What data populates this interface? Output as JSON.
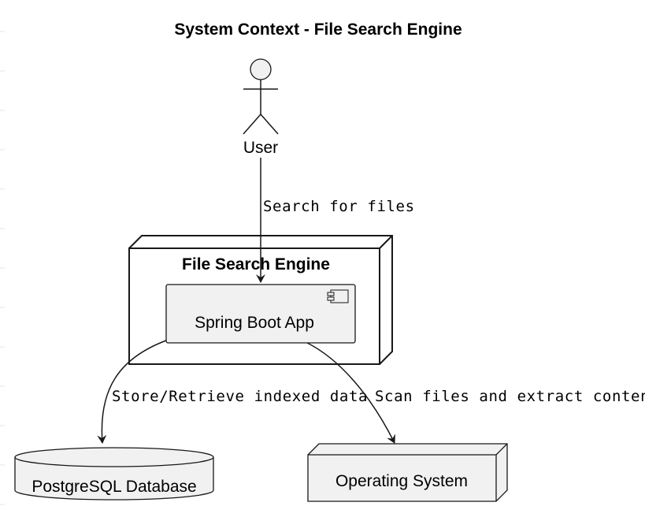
{
  "diagram": {
    "title": "System Context - File Search Engine",
    "actor": {
      "label": "User",
      "icon": "stick-figure-actor-icon"
    },
    "container": {
      "label": "File Search Engine"
    },
    "component": {
      "label": "Spring Boot App",
      "icon": "component-icon"
    },
    "database": {
      "label": "PostgreSQL Database"
    },
    "external_node": {
      "label": "Operating System"
    },
    "edges": [
      {
        "from": "User",
        "to": "Spring Boot App",
        "label": "Search for files"
      },
      {
        "from": "Spring Boot App",
        "to": "PostgreSQL Database",
        "label": "Store/Retrieve indexed data"
      },
      {
        "from": "Spring Boot App",
        "to": "Operating System",
        "label": "Scan files and extract content"
      }
    ],
    "colors": {
      "stroke": "#181818",
      "fill": "#f1f1f1",
      "background": "#ffffff"
    }
  }
}
